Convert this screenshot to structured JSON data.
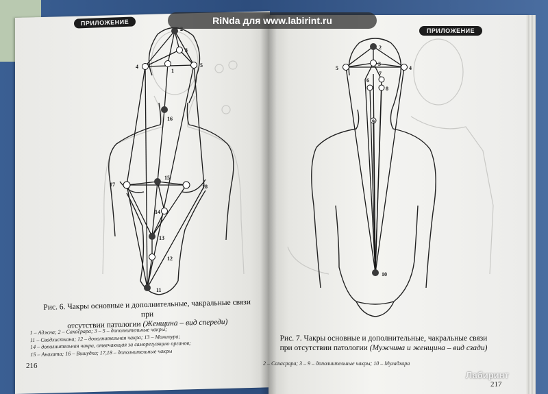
{
  "watermark": "RiNda для www.labirint.ru",
  "header_left": "ПРИЛОЖЕНИЕ",
  "header_right": "ПРИЛОЖЕНИЕ",
  "left_page": {
    "caption_line1": "Рис. 6. Чакры основные и дополнительные, чакральные связи при",
    "caption_line2": "отсутствии патологии",
    "caption_italic": "(Женщина – вид спереди)",
    "legend": [
      "1 – Аджна; 2 – Сахасрара; 3 – 5 – дополнительные чакры;",
      "11 – Свадхистхана; 12 – дополнительная чакра; 13 – Манипура;",
      "14 – дополнительная чакра, отвечающая за саморегуляцию органов;",
      "15 – Анахата; 16 – Вишудха; 17,18 – дополнительные чакры"
    ],
    "page_number": "216",
    "chakra_labels": [
      "1",
      "2",
      "3",
      "4",
      "5",
      "11",
      "12",
      "13",
      "14",
      "15",
      "16",
      "17",
      "18"
    ]
  },
  "right_page": {
    "caption_line1": "Рис. 7. Чакры основные и дополнительные, чакральные связи",
    "caption_line2": "при отсутствии патологии",
    "caption_italic": "(Мужчина и женщина – вид сзади)",
    "legend": "2 – Сахасрара; 3 – 9 – дополнительные чакры; 10 – Муладхара",
    "page_number": "217",
    "chakra_labels": [
      "2",
      "3",
      "4",
      "5",
      "6",
      "7",
      "8",
      "9",
      "10"
    ]
  },
  "logo_text": "Лабиринт",
  "colors": {
    "cover": "#2f4f7f",
    "paper": "#f3f3f0",
    "ink": "#111111",
    "chakra_fill": "#3a3a3a",
    "chakra_open": "#ffffff"
  }
}
